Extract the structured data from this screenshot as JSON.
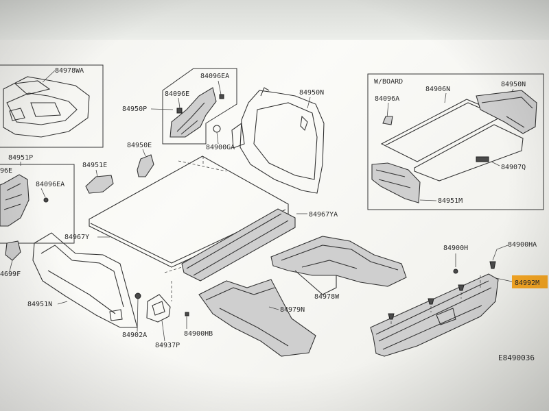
{
  "labels": {
    "p84978WA": "84978WA",
    "p84096EA_top": "84096EA",
    "p84096E": "84096E",
    "p84950P": "84950P",
    "p84900GA": "84900GA",
    "p84950N_main": "84950N",
    "p84951P": "84951P",
    "p84096EA_left": "84096EA",
    "p96E_partial": "96E",
    "p84950E": "84950E",
    "p84951E": "84951E",
    "p4699F": "4699F",
    "p84967Y": "84967Y",
    "p84967YA": "84967YA",
    "p84951N": "84951N",
    "p84902A": "84902A",
    "p84937P": "84937P",
    "p84900HB": "84900HB",
    "p84979N": "84979N",
    "p84978W": "84978W",
    "p84900H": "84900H",
    "p84900HA": "84900HA",
    "p84992M": "84992M",
    "inset_title": "W/BOARD",
    "inset_84906N": "84906N",
    "inset_84950N": "84950N",
    "inset_84096A": "84096A",
    "inset_84907Q": "84907Q",
    "inset_84951M": "84951M",
    "diagram_code": "E8490036"
  },
  "colors": {
    "highlight": "#f5a623",
    "line": "#333333"
  }
}
